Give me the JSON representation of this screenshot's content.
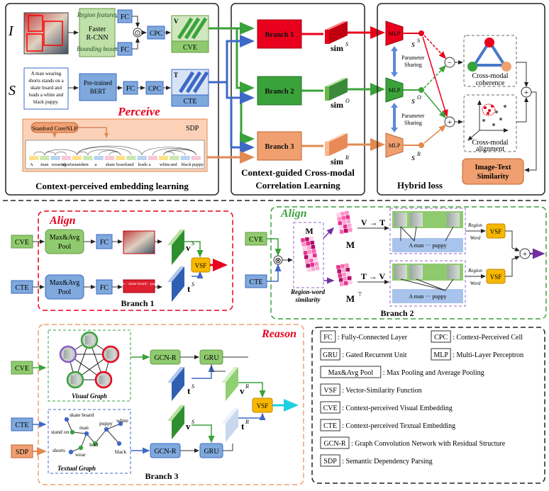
{
  "panel1": {
    "label_I": "I",
    "label_S": "S",
    "region_features": "Region features",
    "faster_rcnn_1": "Faster",
    "faster_rcnn_2": "R-CNN",
    "bounding_boxes": "Bounding boxes",
    "fc": "FC",
    "cpc": "CPC",
    "odot": "⊙",
    "cve": "CVE",
    "cte": "CTE",
    "cve_V": "V",
    "cte_T": "T",
    "caption_lines": [
      "A man wearing",
      "shorts stands on a",
      "skate board and",
      "leads a white and",
      "black puppy."
    ],
    "bert_1": "Pre-trained",
    "bert_2": "BERT",
    "perceive": "Perceive",
    "sdp": "SDP",
    "stanford": "Stanford CoreNLP",
    "dep_words": [
      "A",
      "man",
      "wearing",
      "shorts",
      "stands",
      "on",
      "a",
      "skate",
      "board",
      "and",
      "leads",
      "a",
      "white",
      "and",
      "black",
      "puppy"
    ],
    "footer": "Context-perceived embedding learning"
  },
  "panel2": {
    "branch1": "Branch 1",
    "branch2": "Branch 2",
    "branch3": "Branch 3",
    "sim_s": "sim",
    "sim_s_sup": "S",
    "sim_o": "sim",
    "sim_o_sup": "O",
    "sim_r": "sim",
    "sim_r_sup": "R",
    "footer_1": "Context-guided Cross-modal",
    "footer_2": "Correlation Learning"
  },
  "panel3": {
    "mlp": "MLP",
    "s_s": "s",
    "s_s_sup": "S",
    "s_o": "s",
    "s_o_sup": "O",
    "s_r": "s",
    "s_r_sup": "R",
    "param_sharing_1a": "Parameter",
    "param_sharing_1b": "Sharing",
    "param_sharing_2a": "Parameter",
    "param_sharing_2b": "Sharing",
    "minus": "−",
    "plus": "+",
    "coherence_1": "Cross-modal",
    "coherence_2": "coherence",
    "alignment_1": "Cross-modal",
    "alignment_2": "alignment",
    "sim_1": "Image-Text",
    "sim_2": "Similarity",
    "footer": "Hybrid loss"
  },
  "branch1": {
    "title": "Align",
    "cve": "CVE",
    "cte": "CTE",
    "pool_1a": "Max&Avg",
    "pool_1b": "Pool",
    "pool_2a": "Max&Avg",
    "pool_2b": "Pool",
    "fc": "FC",
    "v_s": "v",
    "t_s": "t",
    "sup": "S",
    "vsf": "VSF",
    "caption": "Branch 1",
    "strip_text": "man···skate board···puppy"
  },
  "branch2": {
    "title": "Align",
    "cve": "CVE",
    "cte": "CTE",
    "M": "M",
    "MT": "M",
    "MT_sup": "⊤",
    "otimes": "⊗",
    "rw_1": "Region-word",
    "rw_2": "similarity",
    "v2t": "V → T",
    "t2v": "T → V",
    "word_row": "A    man   ···    puppy",
    "word_row2": "A    man   ···    puppy",
    "region": "Region",
    "word": "Word",
    "vsf": "VSF",
    "caption": "Branch 2"
  },
  "branch3": {
    "title": "Reason",
    "cve": "CVE",
    "cte": "CTE",
    "sdp": "SDP",
    "visual_graph": "Visual Graph",
    "textual_graph": "Textual Graph",
    "gcn1": "GCN-R",
    "gcn2": "GCN-R",
    "gru1": "GRU",
    "gru2": "GRU",
    "t_s": "t",
    "v_s": "v",
    "v_r": "v",
    "t_r": "t",
    "sup_s": "S",
    "sup_r": "R",
    "vsf": "VSF",
    "caption": "Branch 3",
    "tg_words": [
      "skate board",
      "stand on",
      "man",
      "puppy",
      "white",
      "lead",
      "shorts",
      "wear",
      "black"
    ]
  },
  "legend": [
    {
      "key": "FC",
      "text": ": Fully-Connected Layer"
    },
    {
      "key": "CPC",
      "text": ": Context-Perceived Cell"
    },
    {
      "key": "GRU",
      "text": ": Gated Recurrent Unit"
    },
    {
      "key": "MLP",
      "text": ": Multi-Layer Perceptron"
    },
    {
      "key": "Max&Avg Pool",
      "text": ": Max Pooling and Average Pooling"
    },
    {
      "key": "VSF",
      "text": ": Vector-Similarity Function"
    },
    {
      "key": "CVE",
      "text": ": Context-perceived Visual Embedding"
    },
    {
      "key": "CTE",
      "text": ": Context-perceived Textual  Embedding"
    },
    {
      "key": "GCN-R",
      "text": ": Graph Convolution Network with Residual Structure"
    },
    {
      "key": "SDP",
      "text": ": Semantic Dependency Parsing"
    }
  ],
  "colors": {
    "red": "#e8001c",
    "green": "#3aa23a",
    "blue": "#3e68c8",
    "orange": "#f0a070",
    "lightgreen": "#8fcb6e",
    "lightblue": "#7fa8dc",
    "vsf": "#f7b800",
    "purple": "#7030a0"
  }
}
